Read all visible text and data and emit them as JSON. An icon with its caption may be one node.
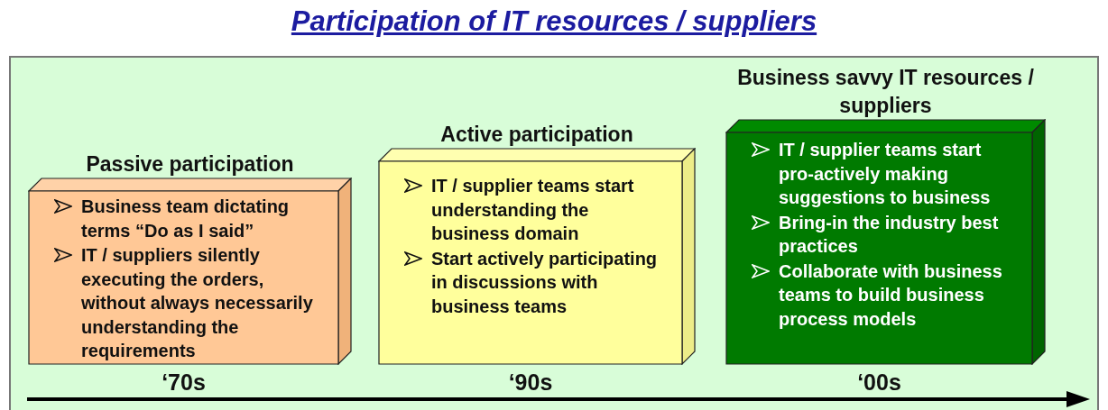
{
  "diagram": {
    "title": "Participation of IT resources / suppliers",
    "nodes": [
      {
        "text": [
          "Passive participation",
          "Business team dictating terms “Do as I said”",
          "IT / suppliers silently executing the orders, without always necessarily understanding the requirements"
        ],
        "beside": [
          "‘70s"
        ]
      },
      {
        "text": [
          "Active participation",
          "IT / supplier teams start understanding the business domain",
          "Start actively participating in discussions with business teams"
        ],
        "beside": [
          "‘90s"
        ]
      },
      {
        "text": [
          "Business savvy IT resources / suppliers",
          "IT / supplier teams start pro-actively making suggestions to business",
          "Bring-in the industry best practices",
          "Collaborate with business teams to build business process models"
        ],
        "beside": [
          "‘00s"
        ]
      }
    ]
  }
}
